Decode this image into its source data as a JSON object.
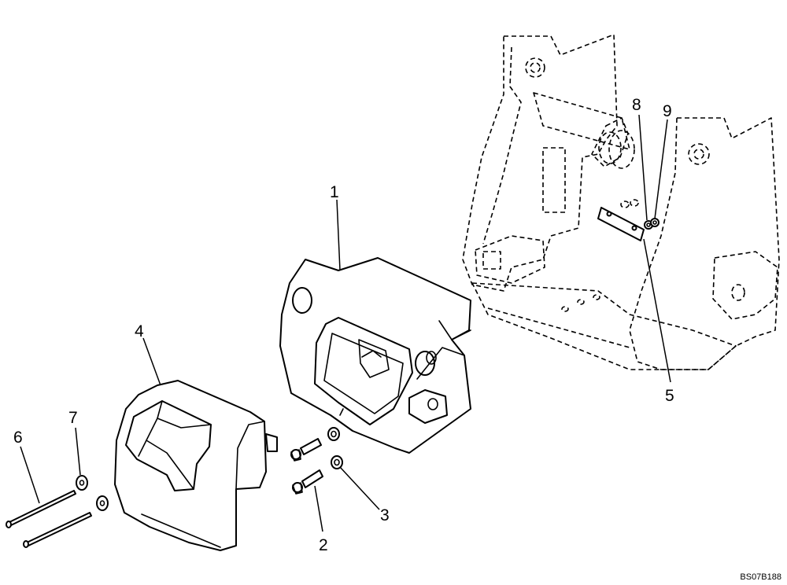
{
  "callouts": [
    {
      "id": "callout-1",
      "label": "1"
    },
    {
      "id": "callout-2",
      "label": "2"
    },
    {
      "id": "callout-3",
      "label": "3"
    },
    {
      "id": "callout-4",
      "label": "4"
    },
    {
      "id": "callout-5",
      "label": "5"
    },
    {
      "id": "callout-6",
      "label": "6"
    },
    {
      "id": "callout-7",
      "label": "7"
    },
    {
      "id": "callout-8",
      "label": "8"
    },
    {
      "id": "callout-9",
      "label": "9"
    }
  ],
  "drawing_id": "BS07B188"
}
